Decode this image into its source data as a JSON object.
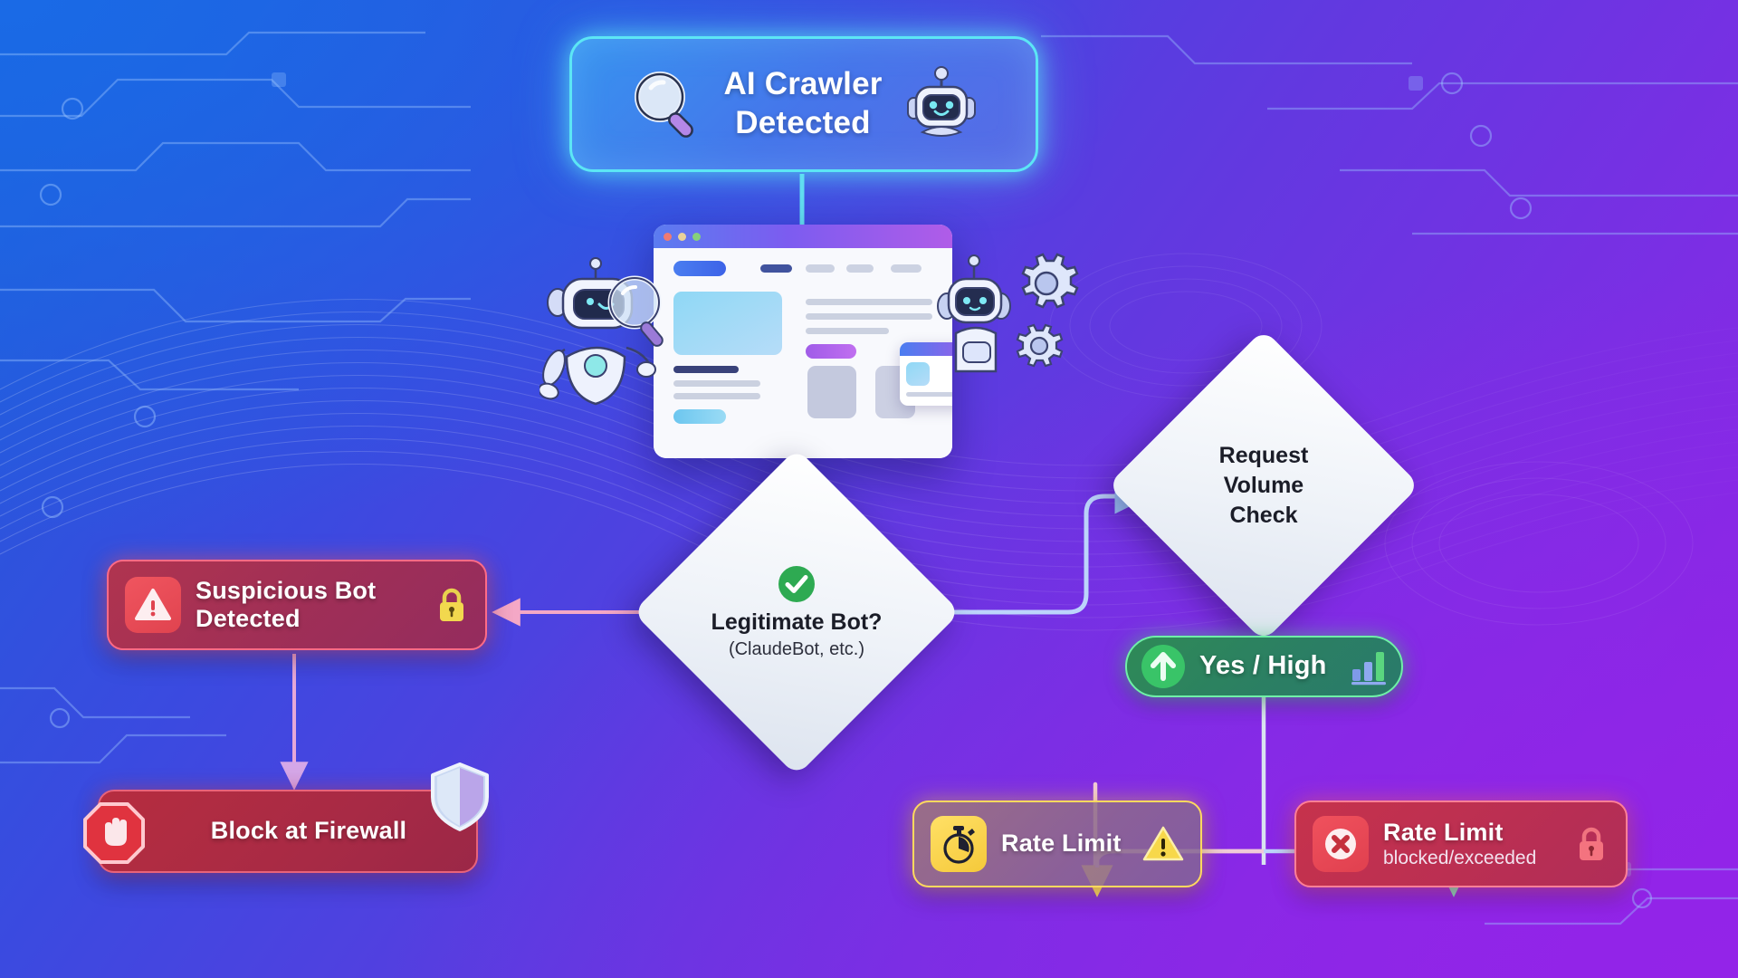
{
  "diagram": {
    "title_node": {
      "label": "AI Crawler\nDetected",
      "line1": "AI Crawler",
      "line2": "Detected",
      "left_icon": "magnifier-icon",
      "right_icon": "robot-icon"
    },
    "illustration": {
      "name": "browser-window-illustration",
      "left_robot": "robot-with-magnifier-icon",
      "right_robot": "robot-with-gears-icon"
    },
    "decision_legit": {
      "title": "Legitimate Bot?",
      "subtitle": "(ClaudeBot, etc.)",
      "icon": "green-check-icon"
    },
    "decision_volume": {
      "line1": "Request",
      "line2": "Volume",
      "line3": "Check"
    },
    "suspicious": {
      "line1": "Suspicious Bot",
      "line2": "Detected",
      "icon": "warning-triangle-icon",
      "trail_icon": "lock-icon"
    },
    "block_firewall": {
      "label": "Block at Firewall",
      "icon": "stop-hand-icon",
      "trail_icon": "shield-icon"
    },
    "yes_high": {
      "label": "Yes / High",
      "icon": "up-arrow-circle-icon",
      "trail_icon": "bar-chart-icon"
    },
    "rate_limit_warn": {
      "label": "Rate Limit",
      "icon": "stopwatch-icon",
      "trail_icon": "warning-triangle-icon"
    },
    "rate_limit_block": {
      "line1": "Rate Limit",
      "line2": "blocked/exceeded",
      "icon": "x-circle-icon",
      "trail_icon": "lock-icon"
    }
  },
  "colors": {
    "bg_blue": "#1c5fd9",
    "bg_purple": "#8f24e6",
    "cyan_glow": "#5ce6f5",
    "green": "#6ff0a8",
    "yellow": "#ffd95e",
    "red": "#ff7f96",
    "arrow_blue": "#bcd4fb",
    "arrow_pink": "#f3b9d2"
  }
}
